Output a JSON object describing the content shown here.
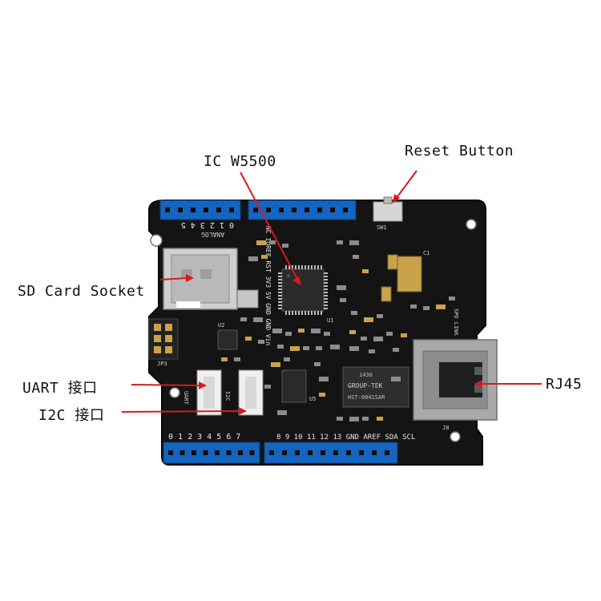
{
  "labels": {
    "ic": "IC W5500",
    "reset": "Reset Button",
    "sd": "SD Card Socket",
    "uart": "UART 接口",
    "i2c": "I2C 接口",
    "rj45": "RJ45"
  },
  "silkscreen": {
    "analog": "ANALOG",
    "analog_pins": "0 1 2 3 4 5",
    "power_pins": "NC IOREF RST 3V3 5V GND GND Vin",
    "digital_low": "0 1 2 3 4 5 6 7",
    "digital_high": "8 9 10 11 12 13 GND AREF SDA SCL",
    "sw": "SW1",
    "jp": "JP3",
    "j8": "J8",
    "u1": "U1",
    "u5": "U5",
    "transformer_brand": "GROUP-TEK",
    "transformer_part": "HST-0041SAR",
    "transformer_code": "1430",
    "grove_uart": "UART",
    "grove_i2c": "I2C",
    "led_labels": "SPD LINK",
    "c1": "C1",
    "u2": "U2"
  },
  "colors": {
    "board": "#141414",
    "header": "#1565c0",
    "arrow": "#d81b1b",
    "pad": "#c9a24a",
    "jack": "#a9a9a9"
  }
}
